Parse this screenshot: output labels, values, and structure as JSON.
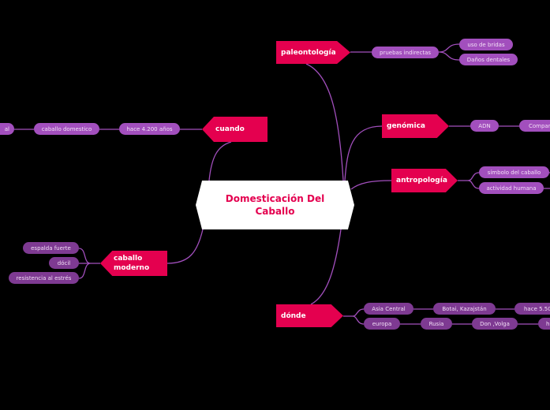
{
  "center": "Domesticación Del Caballo",
  "paleontologia": {
    "label": "paleontología",
    "child": "pruebas indirectas",
    "leaves": [
      "uso de bridas",
      "Daños dentales"
    ]
  },
  "cuando": {
    "label": "cuando",
    "chain": [
      "hace 4.200 años",
      "caballo domestico",
      "al"
    ]
  },
  "genomica": {
    "label": "genómica",
    "chain": [
      "ADN",
      "Compar"
    ]
  },
  "antropologia": {
    "label": "antropología",
    "leaves": [
      "símbolo del caballo",
      "actividad humana"
    ]
  },
  "moderno": {
    "label": "caballo moderno",
    "leaves": [
      "espalda fuerte",
      "dócil",
      "resistencia al estrés"
    ]
  },
  "donde": {
    "label": "dónde",
    "row1": [
      "Asia Central",
      "Botai, Kazajstán",
      "hace 5.50"
    ],
    "row2": [
      "europa",
      "Rusia",
      "Don ,Volga",
      "h"
    ]
  }
}
